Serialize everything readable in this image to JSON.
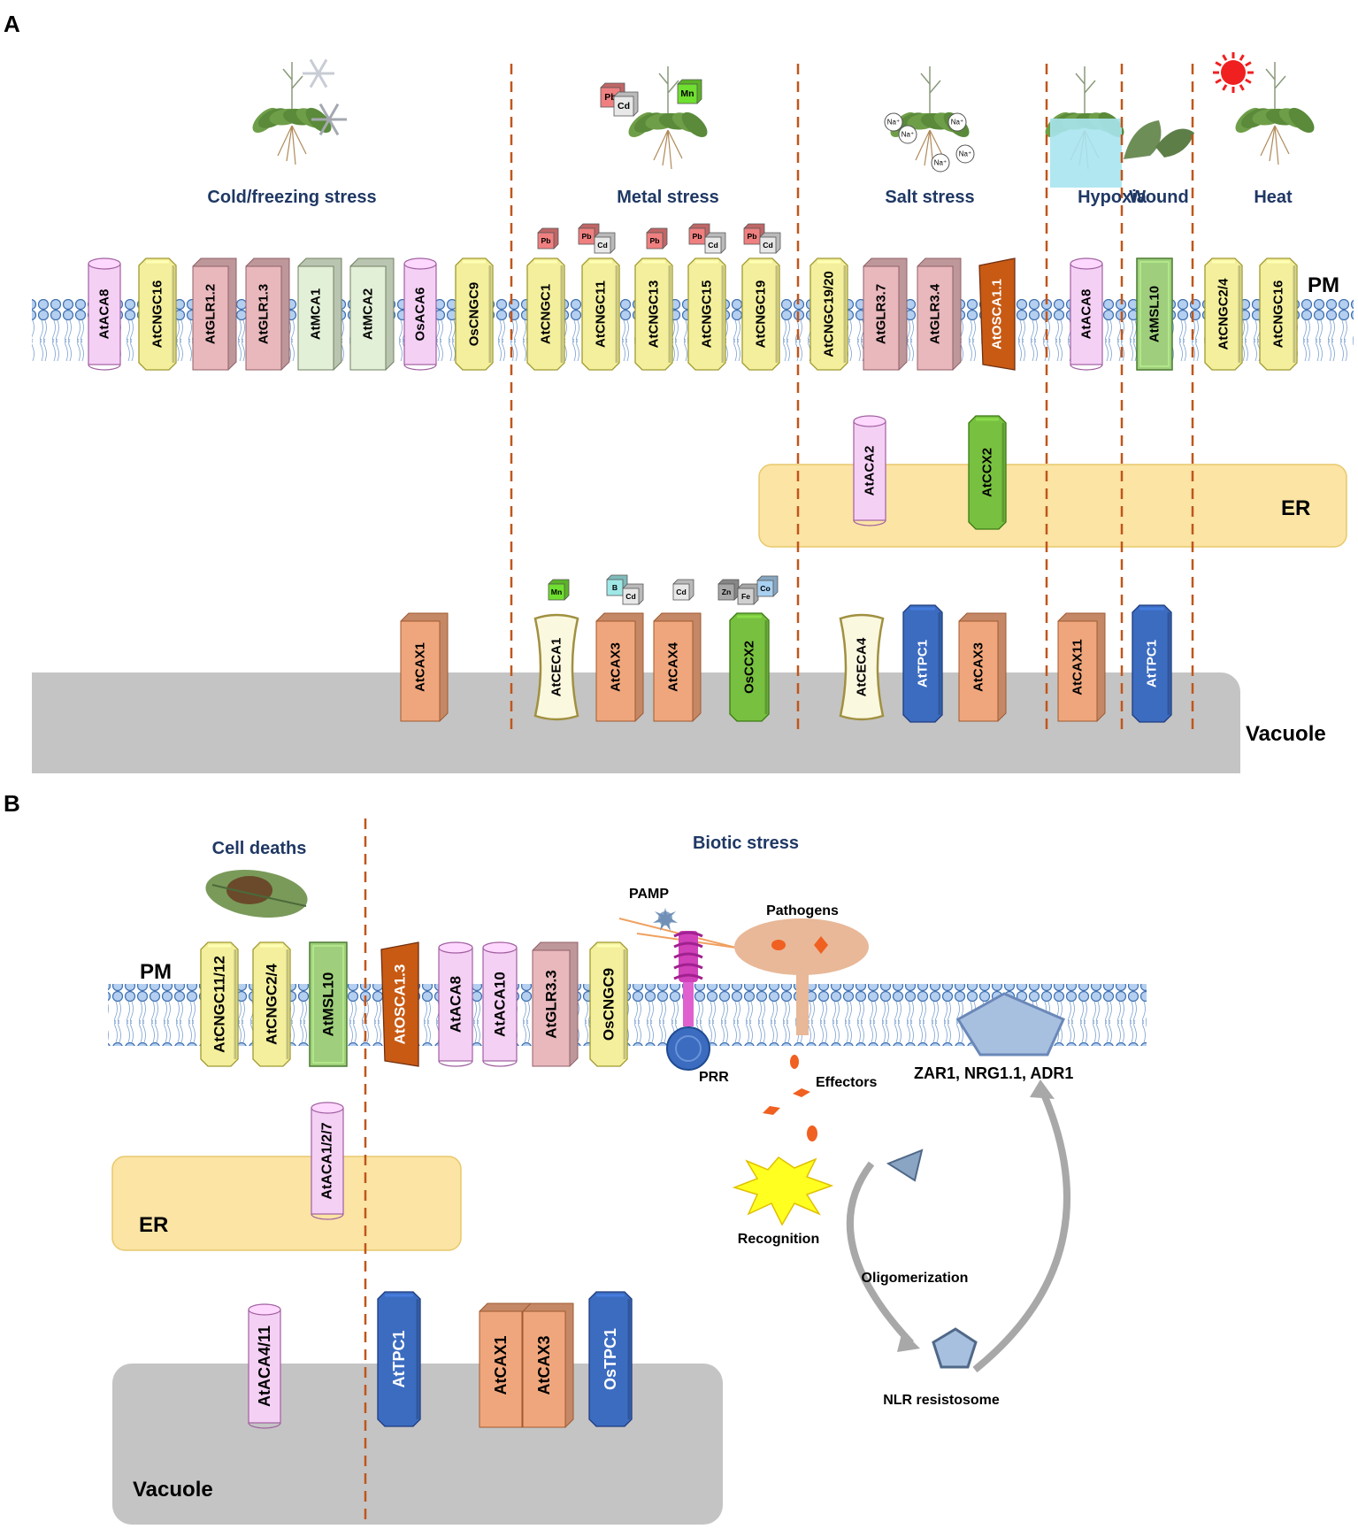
{
  "panel_a": {
    "letter": "A",
    "stress_labels": {
      "cold": "Cold/freezing stress",
      "metal": "Metal stress",
      "salt": "Salt stress",
      "hypoxia": "Hypoxia",
      "wound": "Wound",
      "heat": "Heat"
    },
    "compartments": {
      "pm": "PM",
      "er": "ER",
      "vacuole": "Vacuole"
    },
    "pm_channels": [
      "AtACA8",
      "AtCNGC16",
      "AtGLR1.2",
      "AtGLR1.3",
      "AtMCA1",
      "AtMCA2",
      "OsACA6",
      "OsCNGC9",
      "AtCNGC1",
      "AtCNGC11",
      "AtCNGC13",
      "AtCNGC15",
      "AtCNGC19",
      "AtCNGC19/20",
      "AtGLR3.7",
      "AtGLR3.4",
      "AtOSCA1.1",
      "AtACA8",
      "AtMSL10",
      "AtCNGC2/4",
      "AtCNGC16"
    ],
    "er_channels": [
      "AtACA2",
      "AtCCX2"
    ],
    "vacuole_channels": [
      "AtCAX1",
      "AtCECA1",
      "AtCAX3",
      "AtCAX4",
      "OsCCX2",
      "AtCECA4",
      "AtTPC1",
      "AtCAX3",
      "AtCAX11",
      "AtTPC1"
    ],
    "metal_tags": {
      "pb": "Pb",
      "cd": "Cd",
      "mn": "Mn",
      "b": "B",
      "zn": "Zn",
      "fe": "Fe",
      "co": "Co"
    },
    "ion_label": "Na⁺"
  },
  "panel_b": {
    "letter": "B",
    "stress_labels": {
      "cell_deaths": "Cell deaths",
      "biotic": "Biotic stress"
    },
    "compartments": {
      "pm": "PM",
      "er": "ER",
      "vacuole": "Vacuole"
    },
    "pm_channels": [
      "AtCNGC11/12",
      "AtCNGC2/4",
      "AtMSL10",
      "AtOSCA1.3",
      "AtACA8",
      "AtACA10",
      "AtGLR3.3",
      "OsCNGC9"
    ],
    "er_channel": "AtACA1/2/7",
    "vacuole_channels": [
      "AtACA4/11",
      "AtTPC1",
      "AtCAX1",
      "AtCAX3",
      "OsTPC1"
    ],
    "labels": {
      "pamp": "PAMP",
      "pathogens": "Pathogens",
      "prr": "PRR",
      "effectors": "Effectors",
      "zar": "ZAR1, NRG1.1,  ADR1",
      "recognition": "Recognition",
      "oligomerization": "Oligomerization",
      "nlr": "NLR resistosome"
    }
  },
  "colors": {
    "aca": "#f5d0f5",
    "cngc": "#f3ef9c",
    "glr": "#e8b8bc",
    "mca": "#e3f0d8",
    "osca": "#c85a14",
    "msl": "#9fcf7c",
    "cax": "#f0a67c",
    "tpc": "#3c6cc0",
    "ccx": "#78c040",
    "ceca": "#fbf8e0",
    "er": "#fbe4a4",
    "vacuole": "#c4c4c4",
    "divider": "#c0561a",
    "title": "#1f3864"
  }
}
